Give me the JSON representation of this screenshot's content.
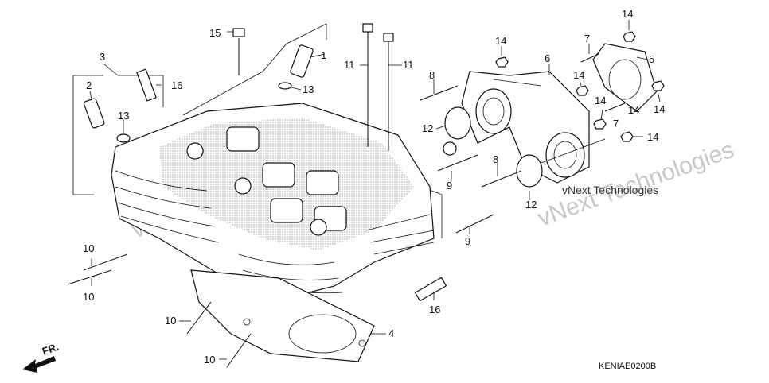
{
  "diagram": {
    "code": "KENIAE0200B",
    "front_label": "FR.",
    "watermark": "vNext Technologies",
    "callouts": [
      "1",
      "2",
      "3",
      "4",
      "5",
      "6",
      "7",
      "7",
      "8",
      "8",
      "9",
      "9",
      "10",
      "10",
      "10",
      "10",
      "11",
      "11",
      "12",
      "12",
      "13",
      "13",
      "14",
      "14",
      "14",
      "14",
      "14",
      "14",
      "14",
      "15",
      "16",
      "16"
    ]
  }
}
